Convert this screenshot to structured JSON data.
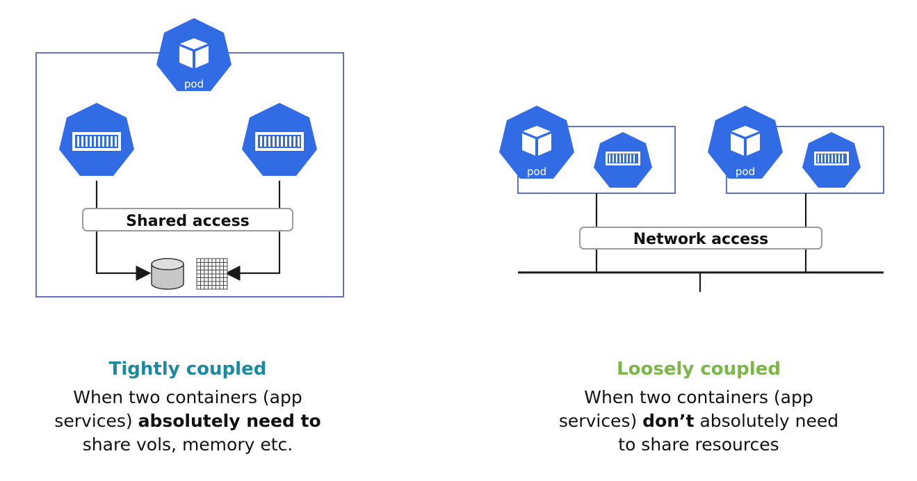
{
  "colors": {
    "kubernetes_blue": "#326CE5",
    "tight_title": "#1a8aa0",
    "loose_title": "#7ab648",
    "frame": "#3a4fb8"
  },
  "left": {
    "pod_label": "pod",
    "shared_label": "Shared access",
    "icons": [
      "pod-icon",
      "container-icon",
      "container-icon",
      "volume-icon",
      "memory-grid-icon"
    ],
    "title": "Tightly coupled",
    "line1": "When two containers (app",
    "line2_pre": "services) ",
    "line2_bold": "absolutely need to",
    "line3": "share vols, memory etc."
  },
  "right": {
    "pod_label_1": "pod",
    "pod_label_2": "pod",
    "network_label": "Network access",
    "icons": [
      "pod-icon",
      "container-icon",
      "pod-icon",
      "container-icon"
    ],
    "title": "Loosely coupled",
    "line1": "When two containers (app",
    "line2_pre": "services) ",
    "line2_bold": "don’t",
    "line2_post": " absolutely need",
    "line3": "to share resources"
  }
}
